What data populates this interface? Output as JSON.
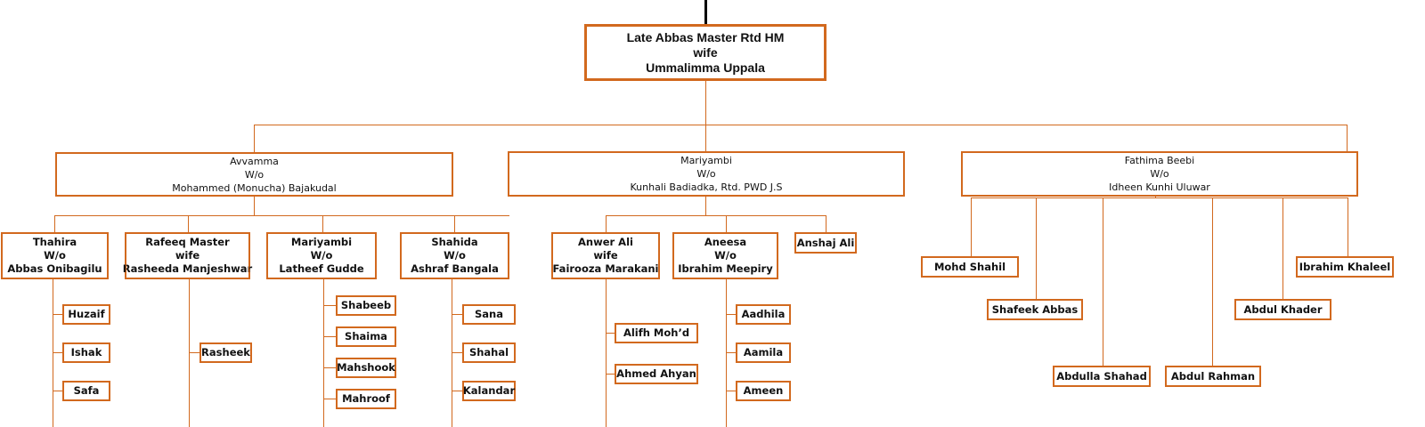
{
  "nodes": [
    {
      "id": "root",
      "kind": "root",
      "lines": [
        "Late Abbas Master Rtd HM",
        "wife",
        "Ummalimma Uppala"
      ]
    },
    {
      "id": "avvamma",
      "kind": "gen1",
      "lines": [
        "Avvamma",
        "W/o",
        "Mohammed (Monucha) Bajakudal"
      ]
    },
    {
      "id": "mariyambi",
      "kind": "gen1",
      "lines": [
        "Mariyambi",
        "W/o",
        "Kunhali Badiadka, Rtd. PWD J.S"
      ]
    },
    {
      "id": "fathima",
      "kind": "gen1",
      "lines": [
        "Fathima Beebi",
        "W/o",
        "Idheen Kunhi Uluwar"
      ]
    },
    {
      "id": "thahira",
      "kind": "child",
      "lines": [
        "Thahira",
        "W/o",
        "Abbas Onibagilu"
      ]
    },
    {
      "id": "rafeeq",
      "kind": "child",
      "lines": [
        "Rafeeq Master",
        "wife",
        "Rasheeda Manjeshwar"
      ]
    },
    {
      "id": "mariyambi2",
      "kind": "child",
      "lines": [
        "Mariyambi",
        "W/o",
        "Latheef Gudde"
      ]
    },
    {
      "id": "shahida",
      "kind": "child",
      "lines": [
        "Shahida",
        "W/o",
        "Ashraf Bangala"
      ]
    },
    {
      "id": "anwer",
      "kind": "child",
      "lines": [
        "Anwer Ali",
        "wife",
        "Fairooza Marakani"
      ]
    },
    {
      "id": "aneesa",
      "kind": "child",
      "lines": [
        "Aneesa",
        "W/o",
        "Ibrahim Meepiry"
      ]
    },
    {
      "id": "anshaj",
      "kind": "leaf",
      "lines": [
        "Anshaj Ali"
      ]
    },
    {
      "id": "huzaif",
      "kind": "leaf",
      "lines": [
        "Huzaif"
      ]
    },
    {
      "id": "ishak",
      "kind": "leaf",
      "lines": [
        "Ishak"
      ]
    },
    {
      "id": "safa",
      "kind": "leaf",
      "lines": [
        "Safa"
      ]
    },
    {
      "id": "rasheek",
      "kind": "leaf",
      "lines": [
        "Rasheek"
      ]
    },
    {
      "id": "shabeeb",
      "kind": "leaf",
      "lines": [
        "Shabeeb"
      ]
    },
    {
      "id": "shaima",
      "kind": "leaf",
      "lines": [
        "Shaima"
      ]
    },
    {
      "id": "mahshook",
      "kind": "leaf",
      "lines": [
        "Mahshook"
      ]
    },
    {
      "id": "mahroof",
      "kind": "leaf",
      "lines": [
        "Mahroof"
      ]
    },
    {
      "id": "sana",
      "kind": "leaf",
      "lines": [
        "Sana"
      ]
    },
    {
      "id": "shahal",
      "kind": "leaf",
      "lines": [
        "Shahal"
      ]
    },
    {
      "id": "kalandar",
      "kind": "leaf",
      "lines": [
        "Kalandar"
      ]
    },
    {
      "id": "alifh",
      "kind": "leaf",
      "lines": [
        "Alifh Moh’d"
      ]
    },
    {
      "id": "ahmed",
      "kind": "leaf",
      "lines": [
        "Ahmed Ahyan"
      ]
    },
    {
      "id": "aadhila",
      "kind": "leaf",
      "lines": [
        "Aadhila"
      ]
    },
    {
      "id": "aamila",
      "kind": "leaf",
      "lines": [
        "Aamila"
      ]
    },
    {
      "id": "ameen",
      "kind": "leaf",
      "lines": [
        "Ameen"
      ]
    },
    {
      "id": "shahil",
      "kind": "leaf",
      "lines": [
        "Mohd Shahil"
      ]
    },
    {
      "id": "shafeek",
      "kind": "leaf",
      "lines": [
        "Shafeek Abbas"
      ]
    },
    {
      "id": "shahad",
      "kind": "leaf",
      "lines": [
        "Abdulla Shahad"
      ]
    },
    {
      "id": "rahman",
      "kind": "leaf",
      "lines": [
        "Abdul Rahman"
      ]
    },
    {
      "id": "khader",
      "kind": "leaf",
      "lines": [
        "Abdul Khader"
      ]
    },
    {
      "id": "khaleel",
      "kind": "leaf",
      "lines": [
        "Ibrahim Khaleel"
      ]
    }
  ],
  "colors": {
    "connector": "#d2691e",
    "border": "#d2691e",
    "top_stem": "#000000"
  }
}
